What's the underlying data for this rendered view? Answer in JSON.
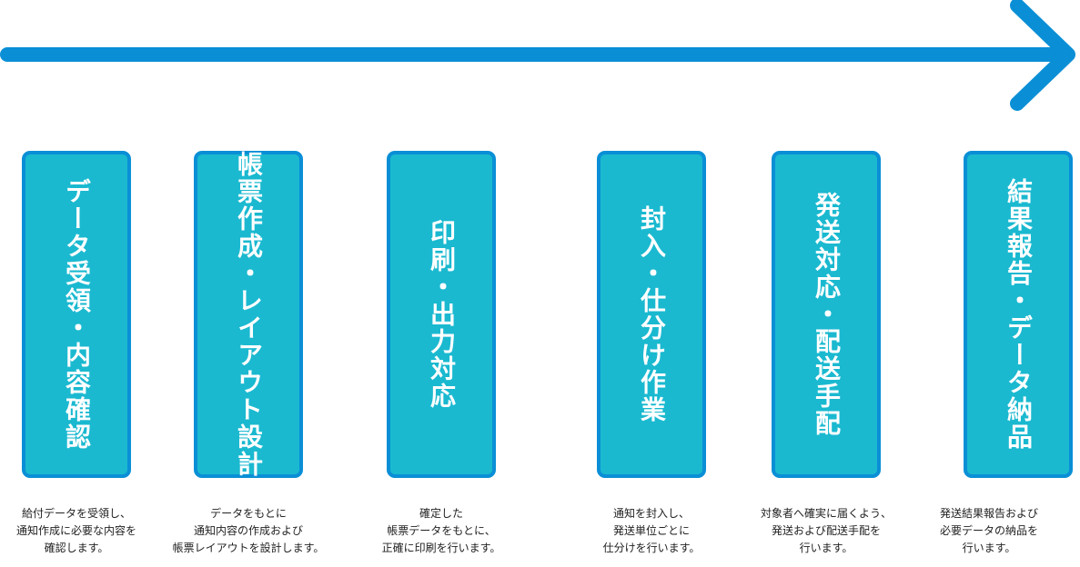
{
  "colors": {
    "arrow": "#0a8fd6",
    "box_fill": "#1ab9d0",
    "box_border": "#0a8fd6",
    "title_text": "#ffffff",
    "desc_text": "#222222"
  },
  "steps": [
    {
      "title": "データ受領・内容確認",
      "desc": "給付データを受領し、\n通知作成に必要な内容を\n確認します。"
    },
    {
      "title": "帳票作成・レイアウト設計",
      "desc": "データをもとに\n通知内容の作成および\n帳票レイアウトを設計します。"
    },
    {
      "title": "印刷・出力対応",
      "desc": "確定した\n帳票データをもとに、\n正確に印刷を行います。"
    },
    {
      "title": "封入・仕分け作業",
      "desc": "通知を封入し、\n発送単位ごとに\n仕分けを行います。"
    },
    {
      "title": "発送対応・配送手配",
      "desc": "対象者へ確実に届くよう、\n発送および配送手配を\n行います。"
    },
    {
      "title": "結果報告・データ納品",
      "desc": "発送結果報告および\n必要データの納品を\n行います。"
    }
  ]
}
